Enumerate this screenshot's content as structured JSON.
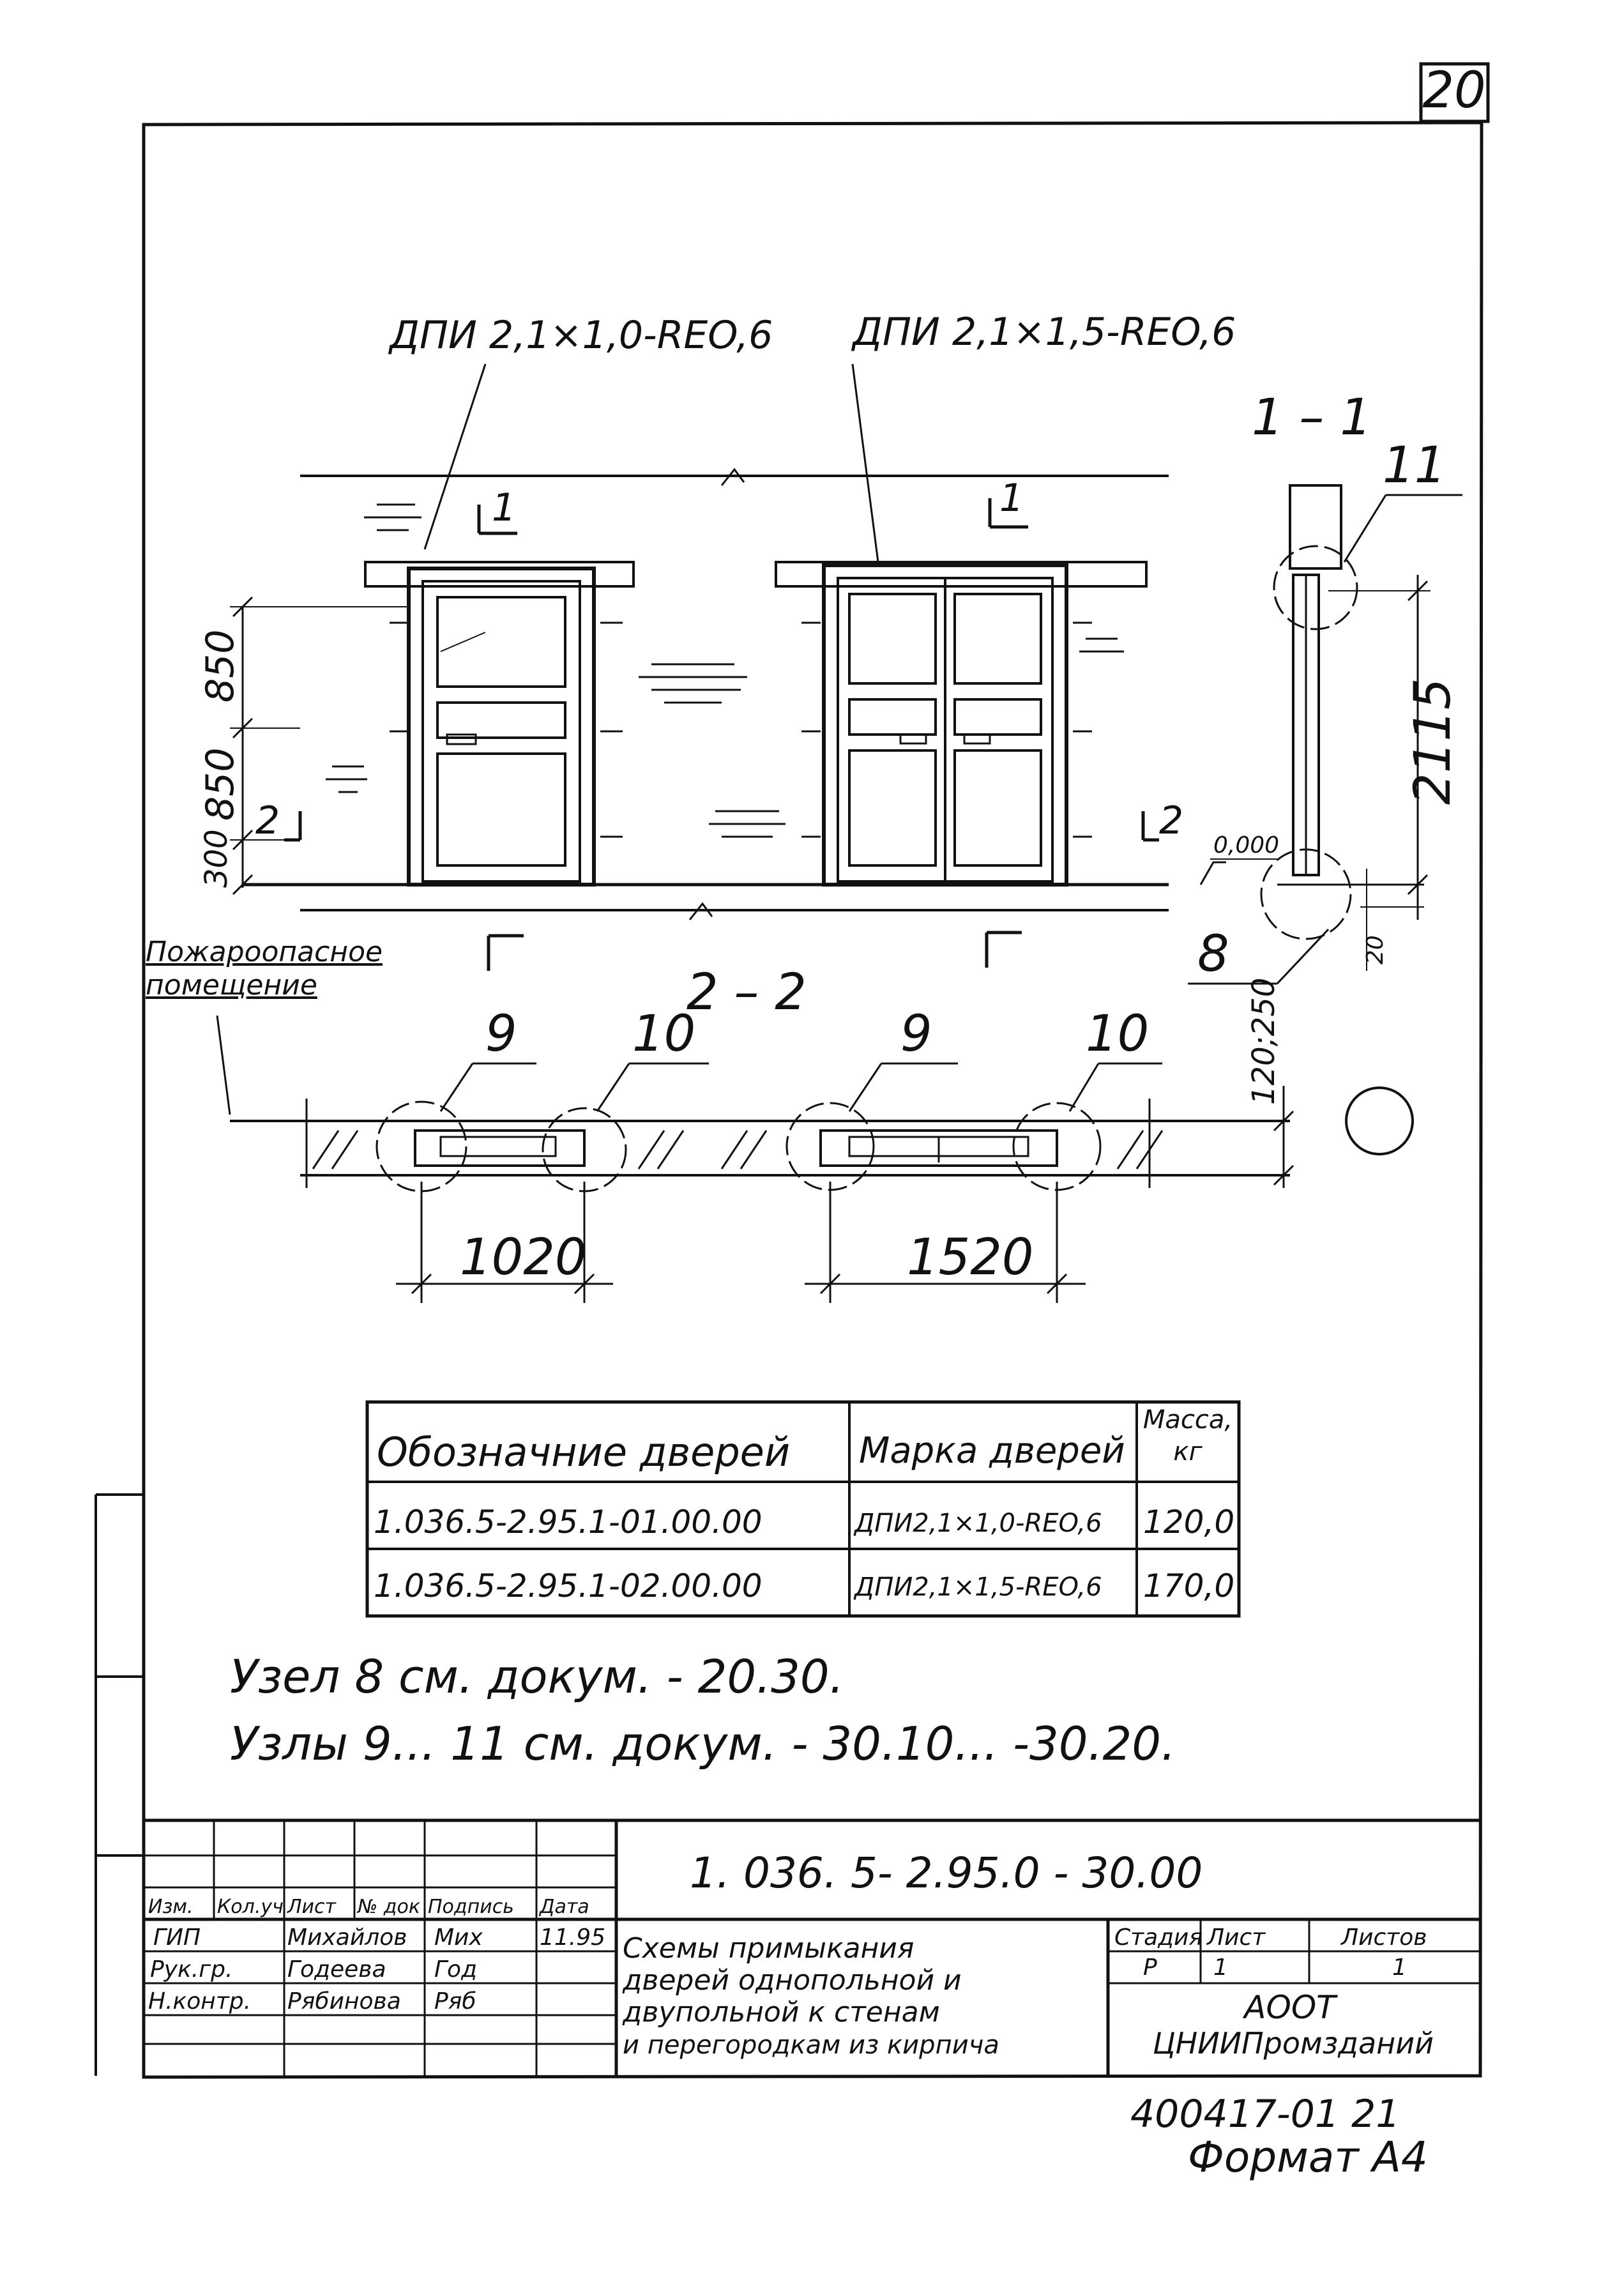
{
  "sheet_number": "20",
  "door_labels": {
    "single": "ДПИ 2,1×1,0-REO,6",
    "double": "ДПИ 2,1×1,5-REO,6"
  },
  "elevation": {
    "dim_850_top": "850",
    "dim_850_bottom": "850",
    "dim_300": "300",
    "cut_1": "1",
    "cut_2": "2",
    "level": "0,000"
  },
  "section_1_1": {
    "title": "1 – 1",
    "dim_2115": "2115",
    "dim_20": "20",
    "node_11": "11",
    "node_8": "8"
  },
  "plan_2_2": {
    "title": "2 – 2",
    "fire_room_label": "Пожароопасное помещение",
    "node_9a": "9",
    "node_10a": "10",
    "node_9b": "9",
    "node_10b": "10",
    "dim_1020": "1020",
    "dim_1520": "1520",
    "wall_thickness": "120;250"
  },
  "spec_table": {
    "headers": [
      "Обозначние дверей",
      "Марка дверей",
      "Масса, кг"
    ],
    "rows": [
      [
        "1.036.5-2.95.1-01.00.00",
        "ДПИ2,1×1,0-REO,6",
        "120,0"
      ],
      [
        "1.036.5-2.95.1-02.00.00",
        "ДПИ2,1×1,5-REO,6",
        "170,0"
      ]
    ]
  },
  "notes": [
    "Узел 8  см.  докум. - 20.30.",
    "Узлы 9... 11 см.  докум. - 30.10... -30.20."
  ],
  "title_block": {
    "document_code": "1. 036. 5- 2.95.0 - 30.00",
    "header_cells": [
      "Изм.",
      "Кол.уч",
      "Лист",
      "№ док",
      "Подпись",
      "Дата"
    ],
    "staff": [
      {
        "role": "ГИП",
        "name": "Михайлов",
        "sign": "Мих",
        "date": "11.95"
      },
      {
        "role": "Рук.гр.",
        "name": "Годеева",
        "sign": "Год",
        "date": ""
      },
      {
        "role": "Н.контр.",
        "name": "Рябинова",
        "sign": "Ряб",
        "date": ""
      }
    ],
    "drawing_title": [
      "Схемы примыкания",
      "дверей однопольной и",
      "двупольной к стенам",
      "и перегородкам из кирпича"
    ],
    "stage_label": "Стадия",
    "sheet_label": "Лист",
    "sheets_label": "Листов",
    "stage_value": "Р",
    "sheet_value": "1",
    "sheets_value": "1",
    "org_line1": "АООТ",
    "org_line2": "ЦНИИПромзданий"
  },
  "footer": {
    "archive_code": "400417-01  21",
    "format": "Формат А4"
  }
}
